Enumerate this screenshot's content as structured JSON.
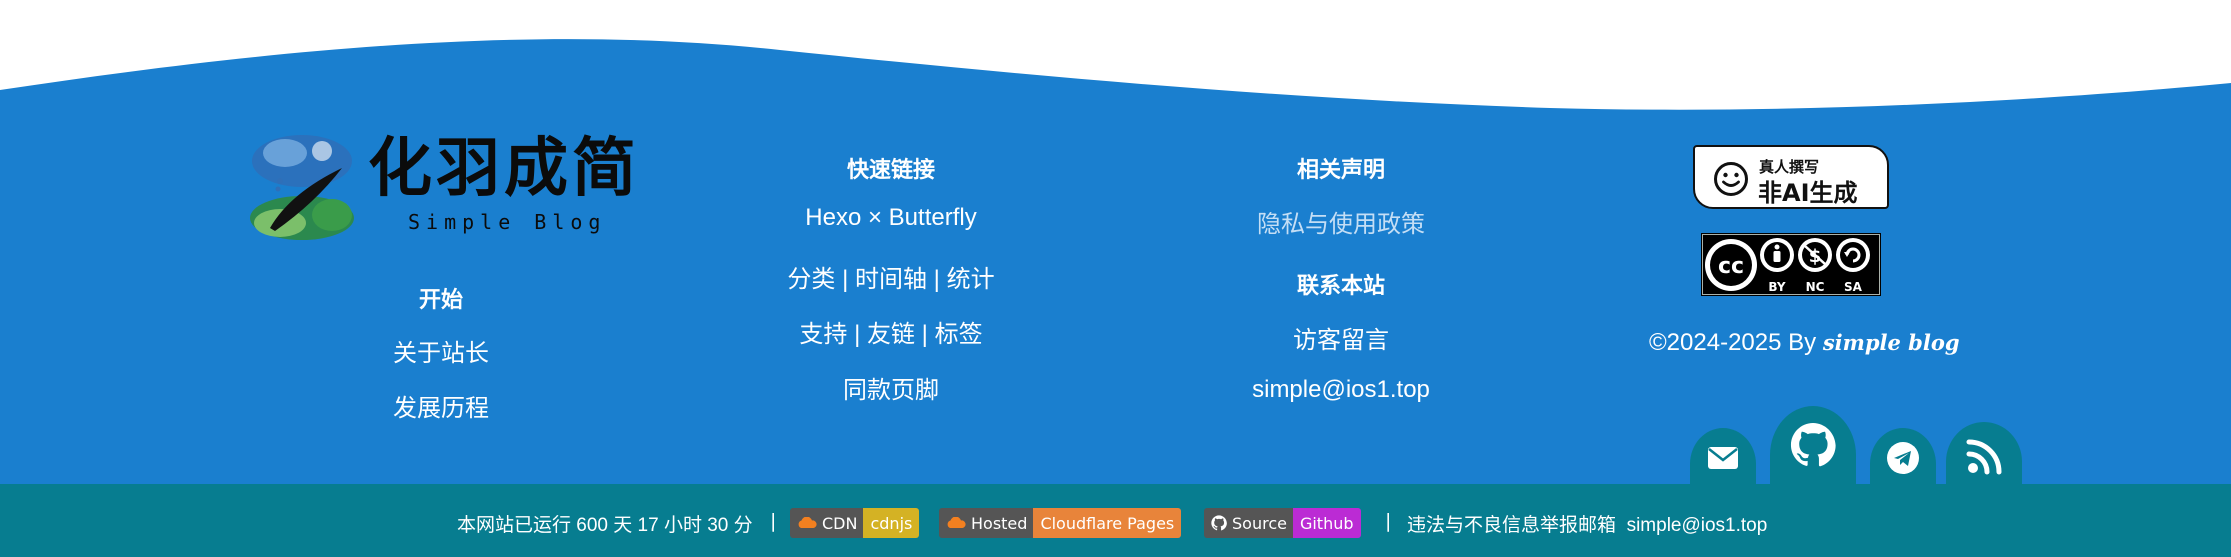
{
  "colors": {
    "primary": "#1a7fcf",
    "footer_bar": "#077d90",
    "muted_link": "#c4def5"
  },
  "logo": {
    "title": "化羽成简",
    "subtitle": "Simple Blog"
  },
  "col_start": {
    "heading": "开始",
    "links": [
      "关于站长",
      "发展历程"
    ]
  },
  "col_quick": {
    "heading": "快速链接",
    "links": [
      "Hexo × Butterfly",
      "分类 | 时间轴 | 统计",
      "支持 | 友链 | 标签",
      "同款页脚"
    ]
  },
  "col_statement": {
    "heading": "相关声明",
    "links": [
      "隐私与使用政策"
    ]
  },
  "col_contact": {
    "heading": "联系本站",
    "links": [
      "访客留言",
      "simple@ios1.top"
    ]
  },
  "badges": {
    "ai": {
      "line1": "真人撰写",
      "line2": "非AI生成"
    },
    "cc": {
      "labels": [
        "BY",
        "NC",
        "SA"
      ]
    }
  },
  "copyright": {
    "text": "©2024-2025 By ",
    "author": "simple blog"
  },
  "social": [
    {
      "name": "mail-icon"
    },
    {
      "name": "github-icon"
    },
    {
      "name": "telegram-icon"
    },
    {
      "name": "rss-icon"
    }
  ],
  "bottom": {
    "runtime": "本网站已运行 600 天 17 小时 30 分",
    "separator": "|",
    "shields": [
      {
        "left": "CDN",
        "right": "cdnjs",
        "color": "#d4b224"
      },
      {
        "left": "Hosted",
        "right": "Cloudflare Pages",
        "color": "#e8843a"
      },
      {
        "left": "Source",
        "right": "Github",
        "color": "#bb2bd4"
      }
    ],
    "report_label": "违法与不良信息举报邮箱",
    "report_email": "simple@ios1.top"
  }
}
